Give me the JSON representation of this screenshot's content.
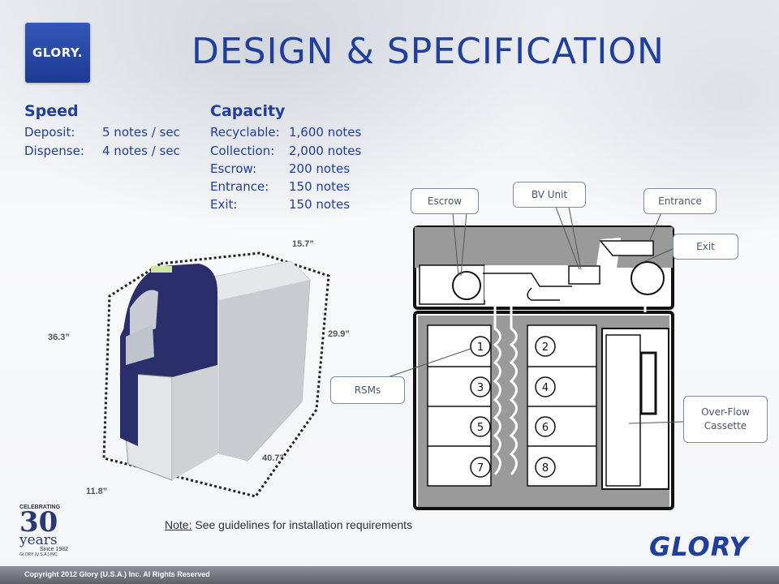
{
  "logo": {
    "text": "GLORY."
  },
  "title": "DESIGN & SPECIFICATION",
  "speed": {
    "heading": "Speed",
    "rows": [
      {
        "label": "Deposit:",
        "value": "5 notes / sec"
      },
      {
        "label": "Dispense:",
        "value": "4 notes / sec"
      }
    ]
  },
  "capacity": {
    "heading": "Capacity",
    "rows": [
      {
        "label": "Recyclable:",
        "value": "1,600 notes"
      },
      {
        "label": "Collection:",
        "value": "2,000 notes"
      },
      {
        "label": "Escrow:",
        "value": "200 notes"
      },
      {
        "label": "Entrance:",
        "value": "150 notes"
      },
      {
        "label": "Exit:",
        "value": "150 notes"
      }
    ]
  },
  "dimensions": {
    "top_depth": "15.7”",
    "height": "36.3”",
    "side_height": "29.9”",
    "length": "40.7”",
    "width": "11.8”"
  },
  "diagram": {
    "callouts": {
      "escrow": "Escrow",
      "bv_unit": "BV Unit",
      "entrance": "Entrance",
      "exit": "Exit",
      "rsms": "RSMs",
      "overflow_line1": "Over-Flow",
      "overflow_line2": "Cassette"
    },
    "slots": [
      "1",
      "2",
      "3",
      "4",
      "5",
      "6",
      "7",
      "8"
    ]
  },
  "note": {
    "label": "Note:",
    "text": " See guidelines for installation requirements"
  },
  "anniversary": {
    "celebrating": "CELEBRATING",
    "number": "30",
    "years": "years",
    "since": "Since 1982",
    "company": "GLORY (U.S.A.) INC."
  },
  "brand_word": "GLORY",
  "footer": {
    "copyright": "Copyright 2012 Glory (U.S.A.) Inc. Al Rights Reserved"
  },
  "colors": {
    "brand_blue": "#1f3f9a",
    "machine_navy": "#2a2f6b"
  }
}
